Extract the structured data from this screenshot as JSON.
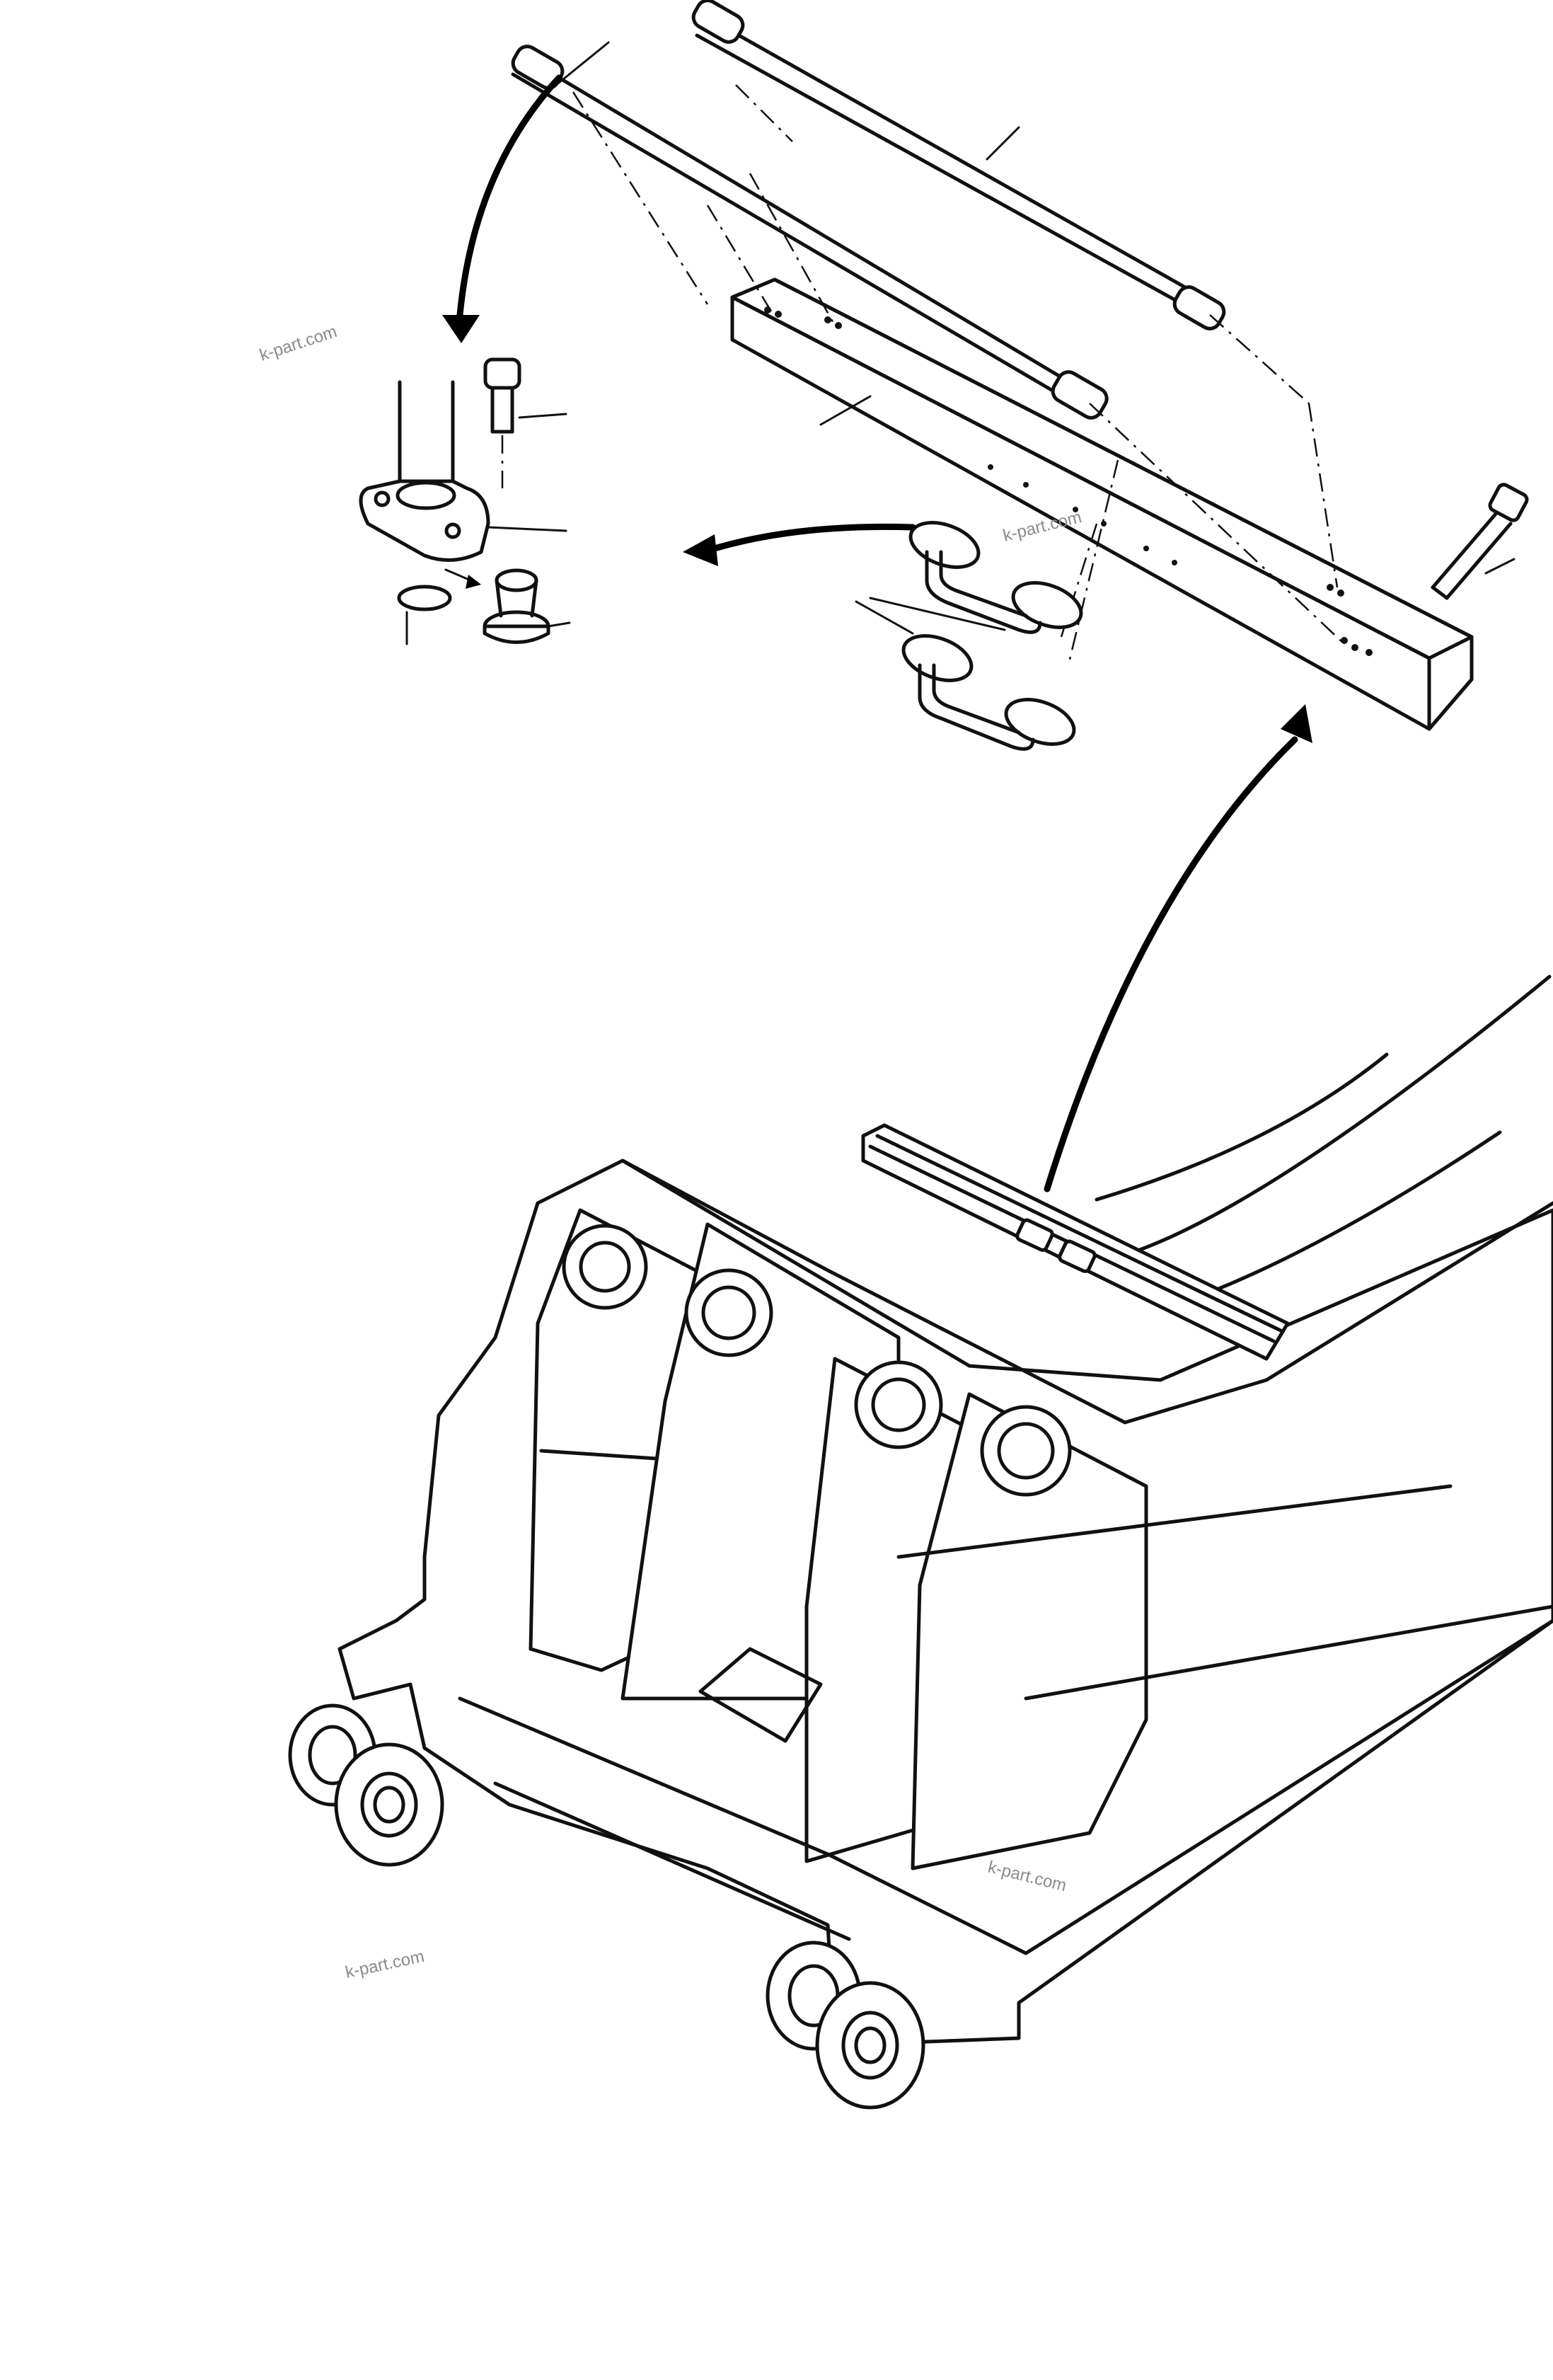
{
  "diagram": {
    "type": "exploded-parts-drawing",
    "watermarks": [
      "k-part.com",
      "k-part.com",
      "k-part.com",
      "k-part.com"
    ]
  }
}
